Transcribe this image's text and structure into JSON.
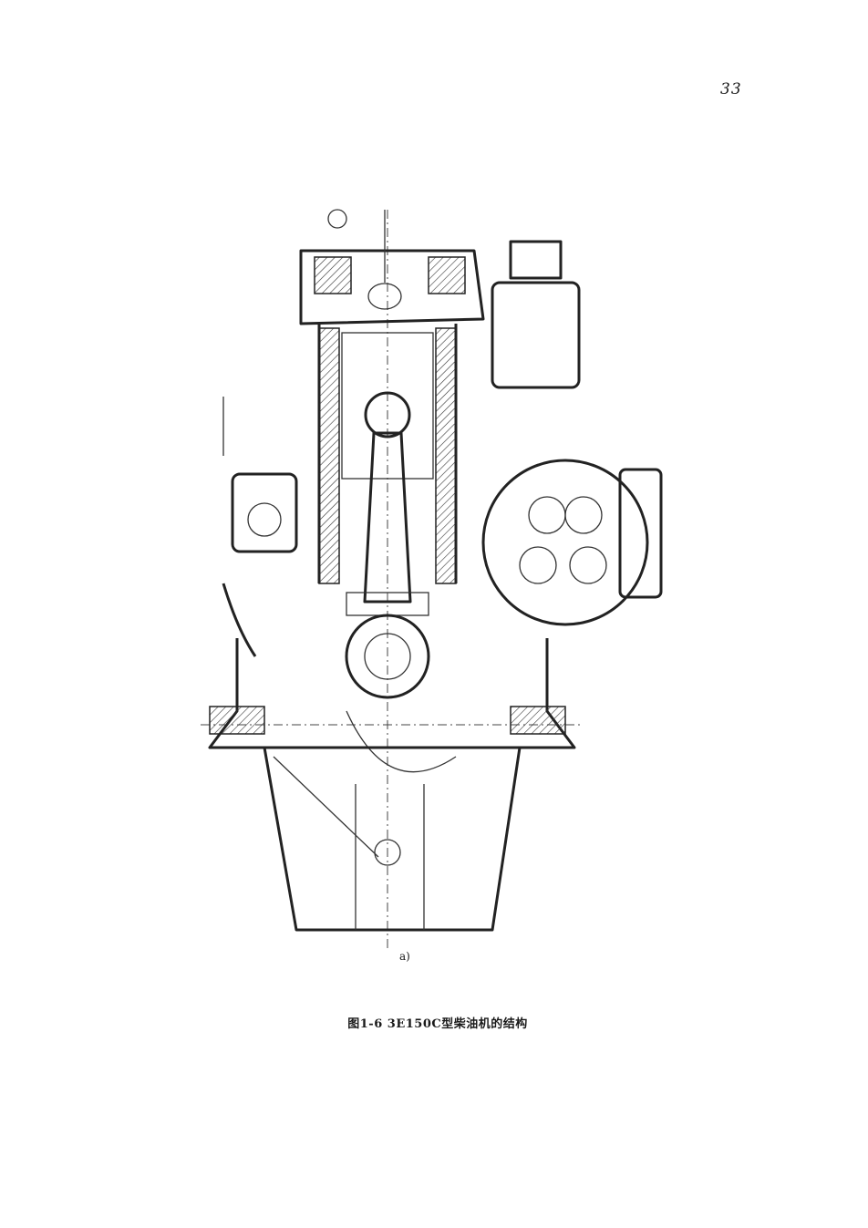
{
  "page": {
    "number": "33"
  },
  "figure": {
    "subfigure_label": "a)",
    "caption": "图1-6  3E150C型柴油机的结构"
  }
}
